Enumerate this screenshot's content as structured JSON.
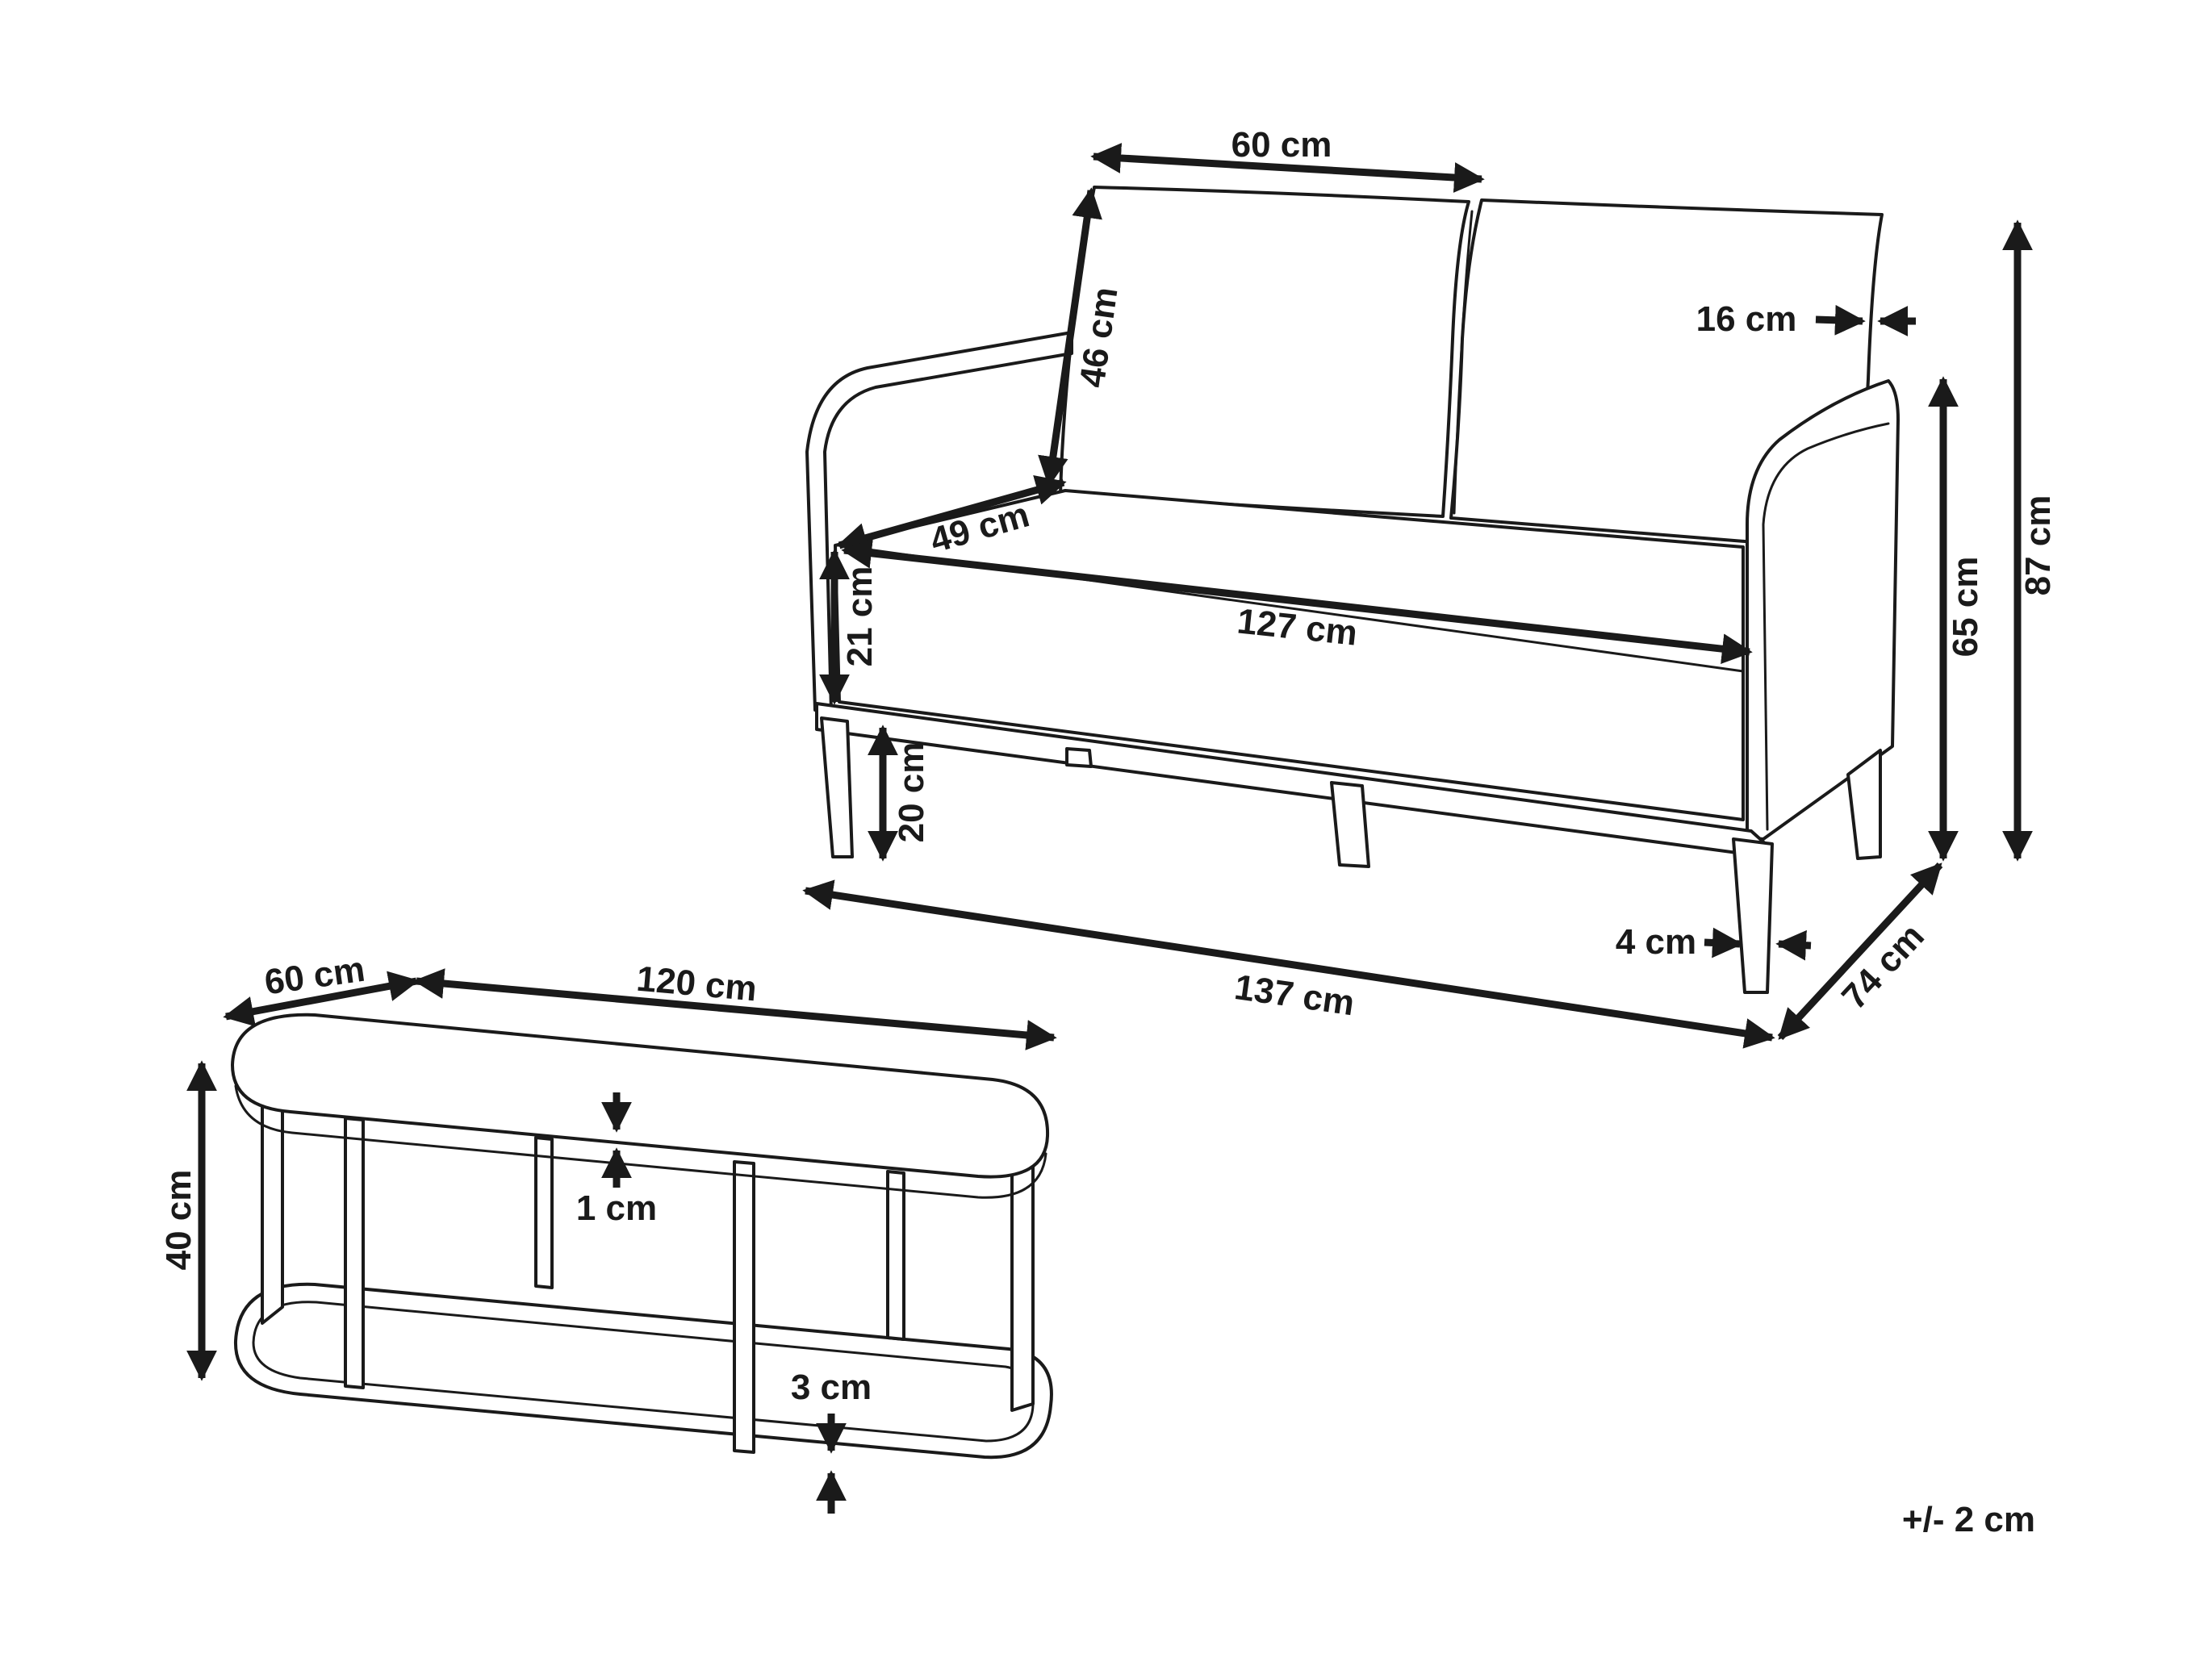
{
  "dimensions": {
    "cushion_width": "60 cm",
    "cushion_height": "46 cm",
    "cushion_thickness": "16 cm",
    "seat_depth": "49 cm",
    "seat_cushion_height": "21 cm",
    "seat_width": "127 cm",
    "leg_height": "20 cm",
    "seat_height": "65 cm",
    "total_height": "87 cm",
    "leg_width": "4 cm",
    "total_width": "137 cm",
    "total_depth": "74 cm",
    "table_depth": "60 cm",
    "table_width": "120 cm",
    "table_height": "40 cm",
    "table_top_thickness": "1 cm",
    "table_base_thickness": "3 cm"
  },
  "tolerance": "+/- 2 cm",
  "colors": {
    "line": "#1a1a1a",
    "background": "#ffffff"
  }
}
